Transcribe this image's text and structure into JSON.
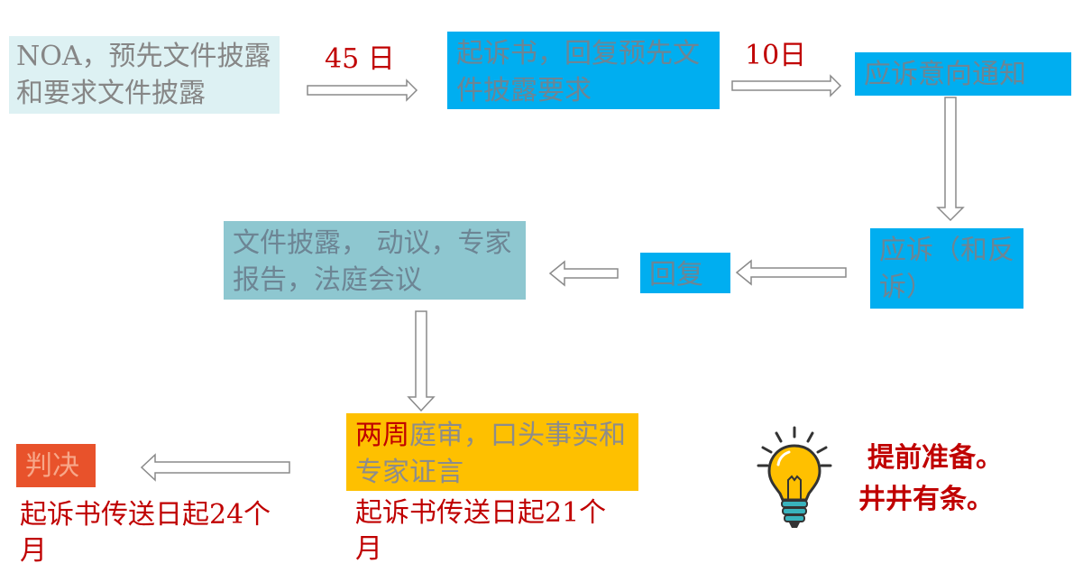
{
  "flow": {
    "noa": "NOA，预先文件披露和要求文件披露",
    "days_45": "45 日",
    "complaint": "起诉书，回复预先文件披露要求",
    "days_10": "10日",
    "notice": "应诉意向通知",
    "answer": "应诉（和反诉）",
    "reply": "回复",
    "disclosure": "文件披露， 动议，专家报告，法庭会议",
    "trial_highlight": "两周",
    "trial_rest": "庭审，口头事实和专家证言",
    "trial_time": "起诉书传送日起21个月",
    "judgment": "判决",
    "judgment_time": "起诉书传送日起24个月"
  },
  "tip": {
    "line1": "提前准备。",
    "line2": "井井有条。",
    "icon": "lightbulb-icon"
  },
  "colors": {
    "blue": "#00aef0",
    "teal": "#8ec7d0",
    "pale": "#ddf1f3",
    "gold": "#fec000",
    "orange": "#e8522b",
    "red_text": "#c00000"
  }
}
